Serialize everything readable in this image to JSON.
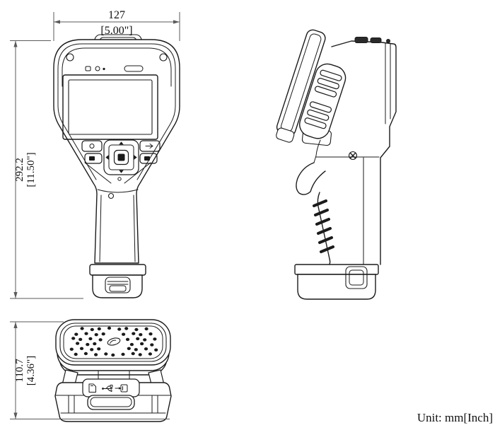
{
  "drawing": {
    "type": "technical-dimension-drawing",
    "subject": "handheld-thermal-camera",
    "views": [
      "front-view",
      "side-view",
      "bottom-view"
    ]
  },
  "dimensions": {
    "overall_width": {
      "mm": "127",
      "inch": "[5.00\"]"
    },
    "overall_height": {
      "mm": "292.2",
      "inch": "[11.50\"]"
    },
    "base_depth": {
      "mm": "110.7",
      "inch": "[4.36\"]"
    }
  },
  "unit_note": "Unit: mm[Inch]",
  "bottom_view": {
    "port_icons": [
      "sd-card-icon",
      "usb-icon",
      "dc-in-icon"
    ]
  },
  "colors": {
    "line": "#1b1b1b",
    "dimension_line": "#5a5a5a",
    "text": "#111111",
    "background": "#ffffff"
  }
}
